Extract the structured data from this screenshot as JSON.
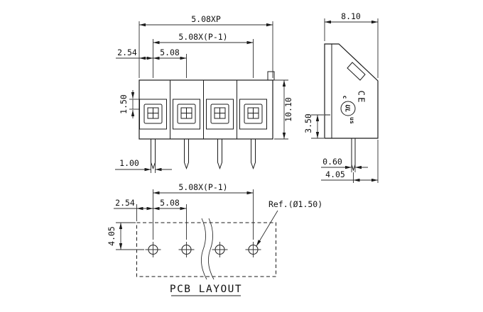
{
  "front_view": {
    "dims": {
      "pitch_total": "5.08XP",
      "pitch_span": "5.08X(P-1)",
      "edge_to_pole": "2.54",
      "pitch": "5.08",
      "clamp_depth": "1.50",
      "body_height": "10.10",
      "pin_width": "1.00"
    }
  },
  "side_view": {
    "dims": {
      "body_width": "8.10",
      "base_height": "3.50",
      "pin_thickness": "0.60",
      "pin_to_edge": "4.05"
    },
    "marks": {
      "ul_prefix": "c",
      "ul": "UL",
      "ul_suffix": "us",
      "ce": "CE"
    }
  },
  "pcb_layout": {
    "dims": {
      "pitch_span": "5.08X(P-1)",
      "edge_to_hole": "2.54",
      "pitch": "5.08",
      "top_to_row": "4.05"
    },
    "ref_label": "Ref.(Ø1.50)",
    "caption": "PCB LAYOUT"
  }
}
